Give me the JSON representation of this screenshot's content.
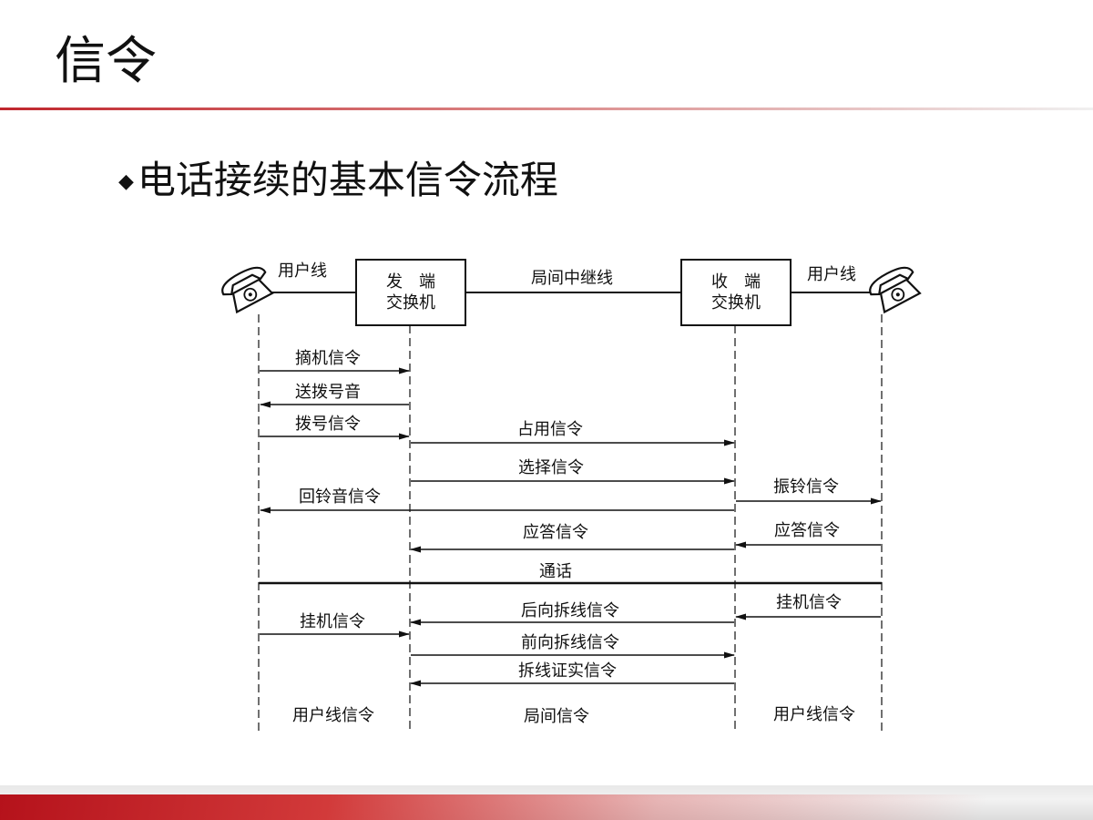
{
  "slide": {
    "title": "信令",
    "bullet": "电话接续的基本信令流程",
    "bullet_marker": "◆"
  },
  "diagram": {
    "boxes": {
      "origin_line1": "发　端",
      "origin_line2": "交换机",
      "term_line1": "收　端",
      "term_line2": "交换机"
    },
    "links": {
      "left_user_line": "用户线",
      "trunk": "局间中继线",
      "right_user_line": "用户线"
    },
    "messages": [
      {
        "label": "摘机信令",
        "from": "caller",
        "to": "origin"
      },
      {
        "label": "送拨号音",
        "from": "origin",
        "to": "caller"
      },
      {
        "label": "拨号信令",
        "from": "caller",
        "to": "origin"
      },
      {
        "label": "占用信令",
        "from": "origin",
        "to": "term"
      },
      {
        "label": "选择信令",
        "from": "origin",
        "to": "term"
      },
      {
        "label": "振铃信令",
        "from": "term",
        "to": "callee"
      },
      {
        "label": "回铃音信令",
        "from": "term",
        "to": "caller"
      },
      {
        "label": "应答信令",
        "from": "term",
        "to": "origin"
      },
      {
        "label": "应答信令",
        "from": "callee",
        "to": "term"
      },
      {
        "label": "通话",
        "from": "caller",
        "to": "callee"
      },
      {
        "label": "挂机信令",
        "from": "callee",
        "to": "term"
      },
      {
        "label": "后向拆线信令",
        "from": "term",
        "to": "origin"
      },
      {
        "label": "挂机信令",
        "from": "caller",
        "to": "origin"
      },
      {
        "label": "前向拆线信令",
        "from": "origin",
        "to": "term"
      },
      {
        "label": "拆线证实信令",
        "from": "term",
        "to": "origin"
      }
    ],
    "sections": {
      "left": "用户线信令",
      "middle": "局间信令",
      "right": "用户线信令"
    },
    "icons": {
      "left_phone": "telephone-icon",
      "right_phone": "telephone-icon"
    }
  }
}
